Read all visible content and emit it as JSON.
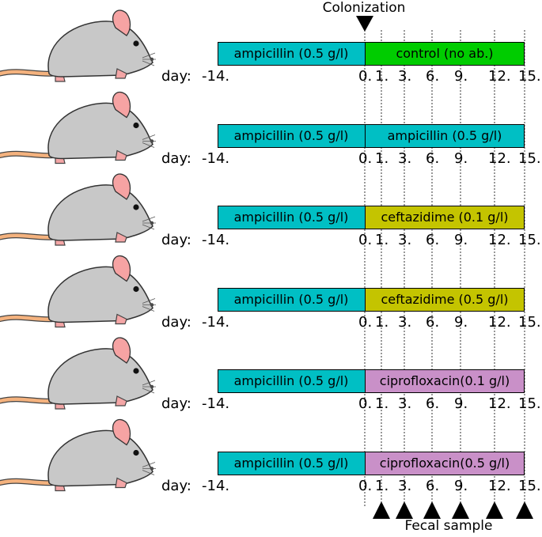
{
  "top_label": "Colonization",
  "bottom_label": "Fecal sample",
  "day_prefix": "day:",
  "start_day": "-14.",
  "day_ticks": [
    "0.",
    "1.",
    "3.",
    "6.",
    "9.",
    "12.",
    "15."
  ],
  "pretreatment": {
    "label": "ampicillin (0.5 g/l)",
    "color": "#00bfc4"
  },
  "groups": [
    {
      "label": "control (no ab.)",
      "color": "#00cc00"
    },
    {
      "label": "ampicillin (0.5 g/l)",
      "color": "#00bfc4"
    },
    {
      "label": "ceftazidime (0.1 g/l)",
      "color": "#c4c400"
    },
    {
      "label": "ceftazidime (0.5 g/l)",
      "color": "#c4c400"
    },
    {
      "label": "ciprofloxacin(0.1 g/l)",
      "color": "#c990c8"
    },
    {
      "label": "ciprofloxacin(0.5 g/l)",
      "color": "#c990c8"
    }
  ],
  "mouse_icon": "mouse-icon"
}
